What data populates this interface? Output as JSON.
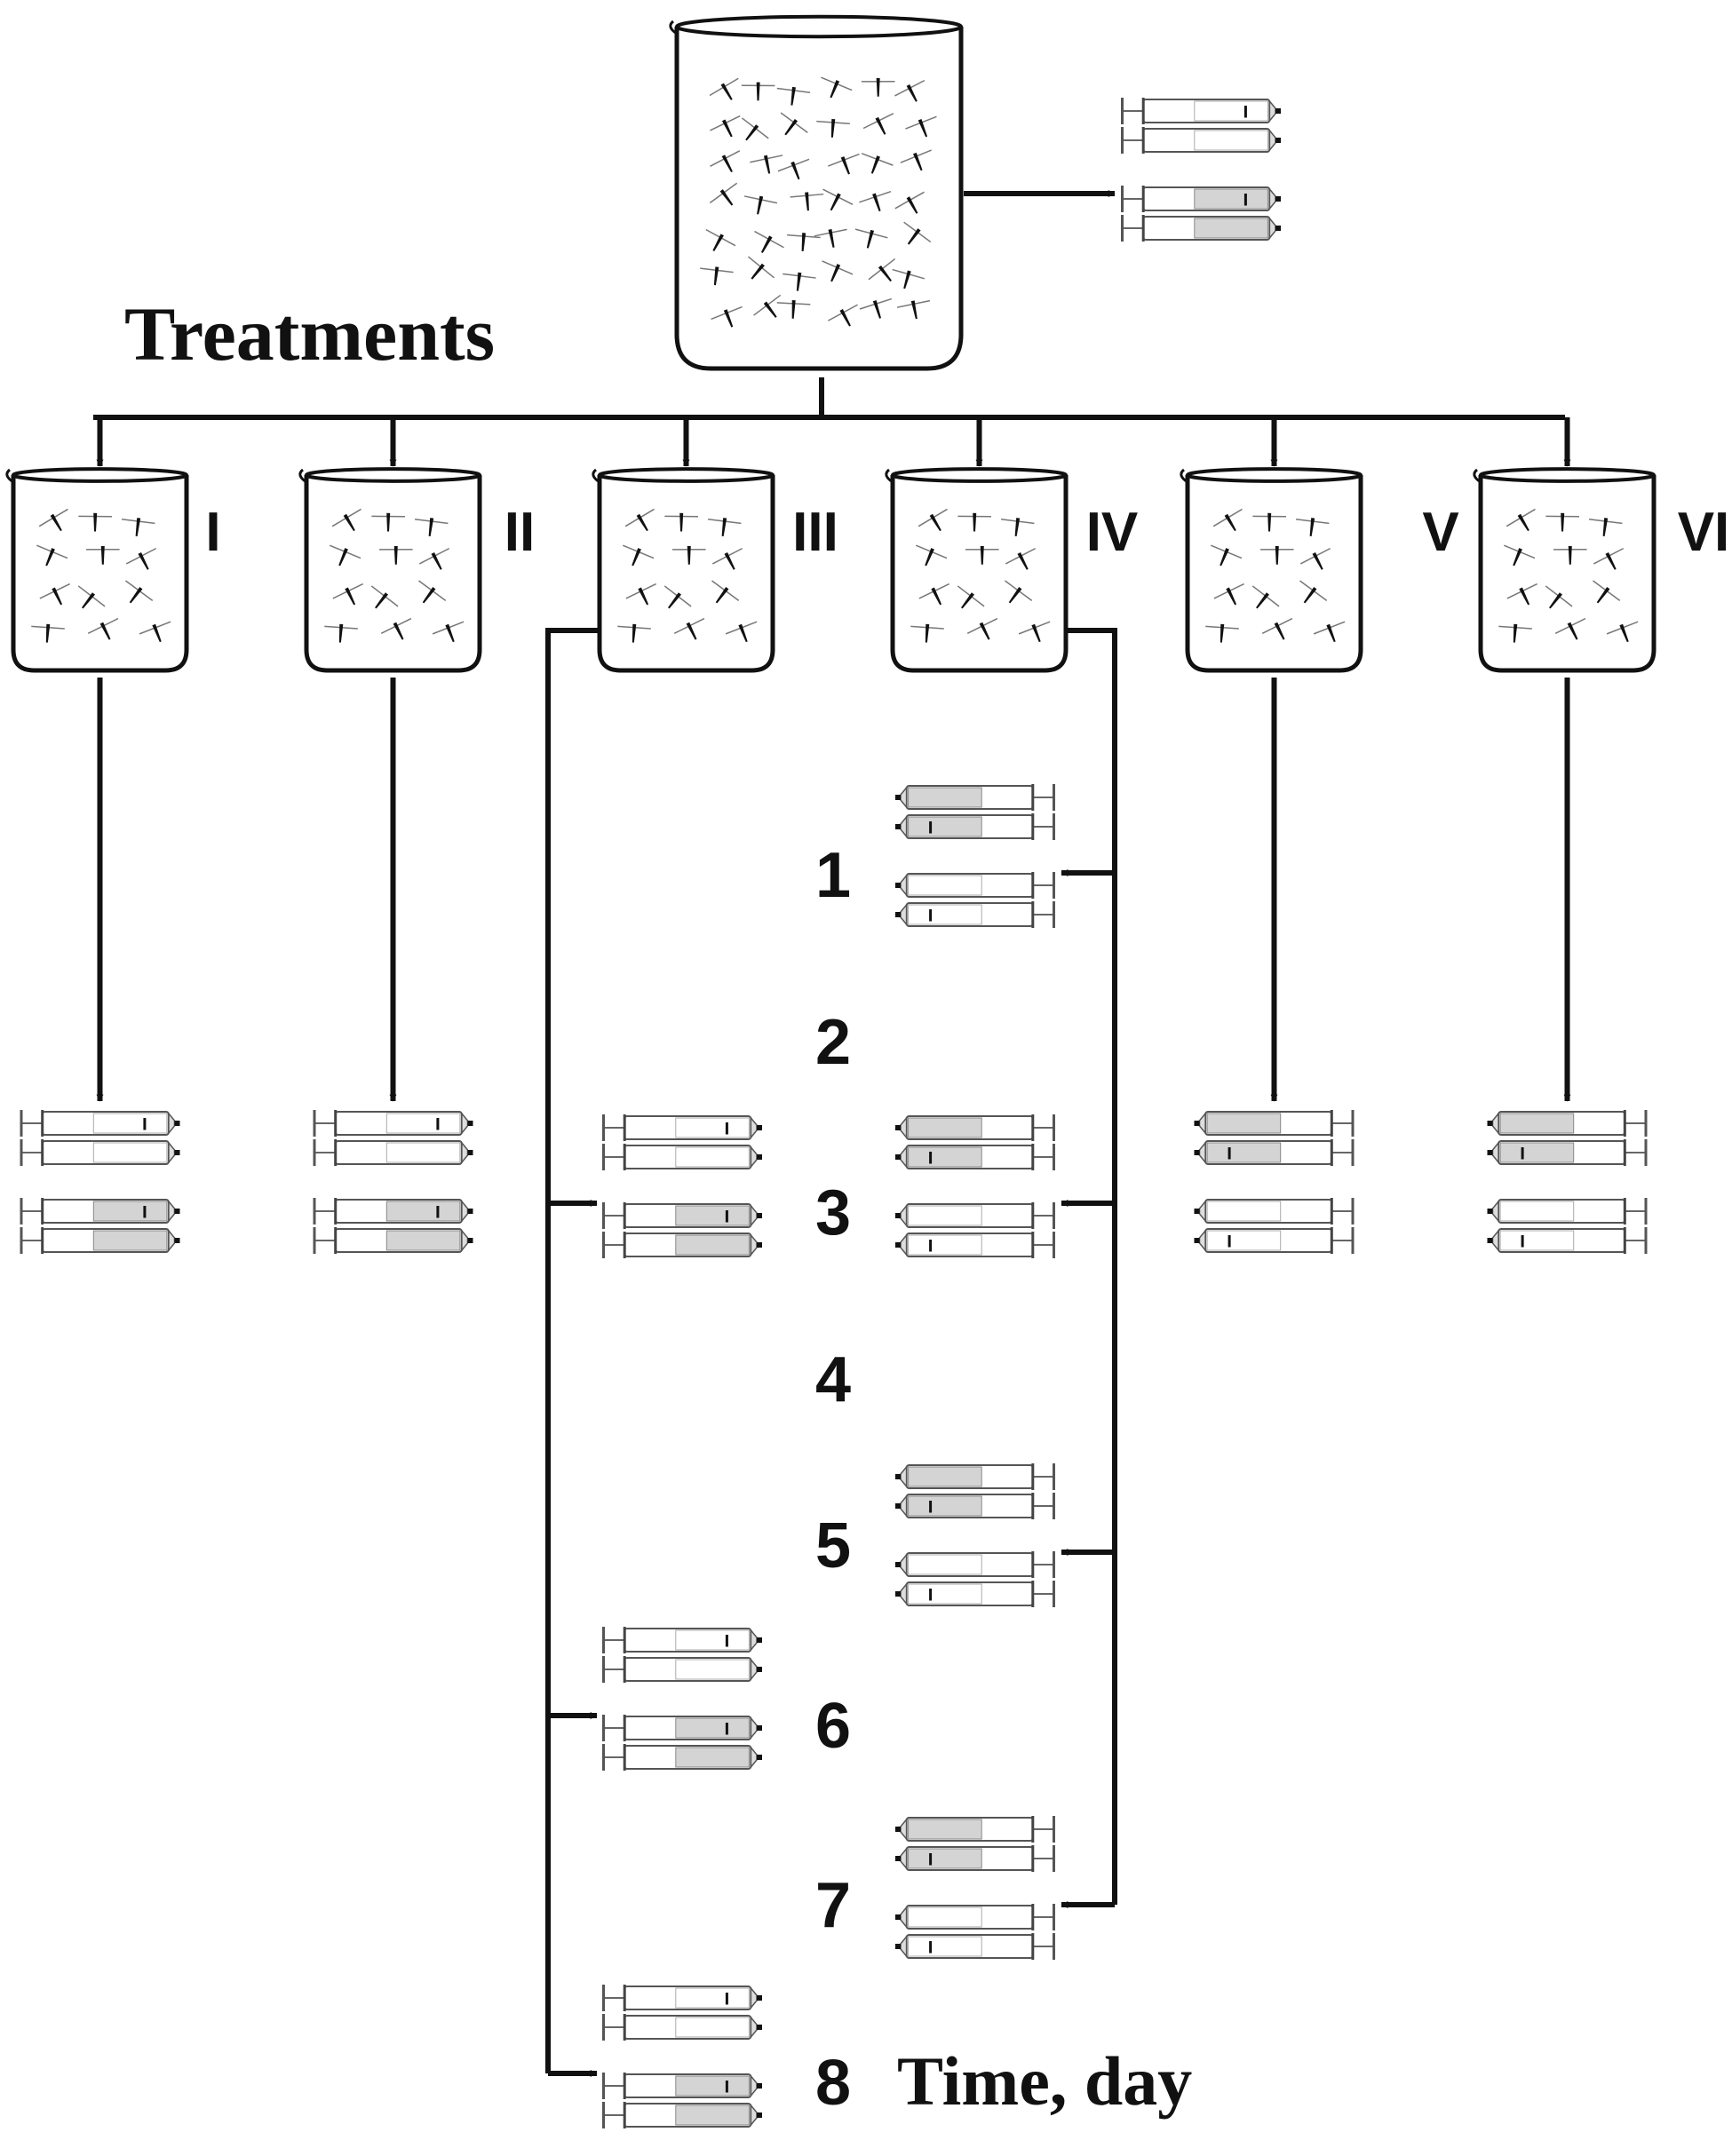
{
  "title": "Treatments",
  "time_label": "Time, day",
  "treatments": [
    {
      "label": "I"
    },
    {
      "label": "II"
    },
    {
      "label": "III"
    },
    {
      "label": "IV"
    },
    {
      "label": "V"
    },
    {
      "label": "VI"
    }
  ],
  "days": [
    "1",
    "2",
    "3",
    "4",
    "5",
    "6",
    "7",
    "8"
  ],
  "icons": {
    "beaker": "beaker-icon",
    "syringe_group": "syringe-group-icon",
    "arrow": "arrow-icon"
  },
  "colors": {
    "line": "#111111",
    "syringe_fill": "#d4d4d4",
    "background": "#ffffff"
  }
}
